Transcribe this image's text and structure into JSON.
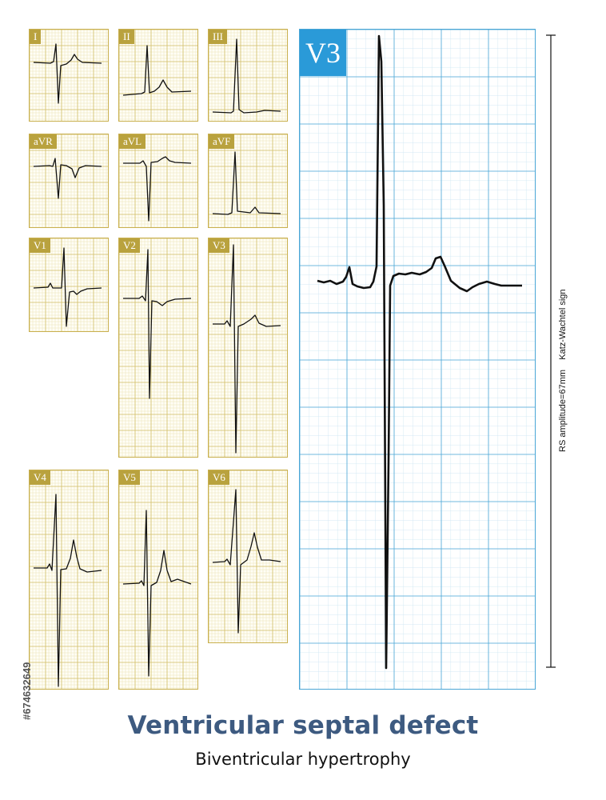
{
  "diagram": {
    "title": "Ventricular septal defect",
    "subtitle": "Biventricular hypertrophy",
    "leads": [
      {
        "label": "I"
      },
      {
        "label": "II"
      },
      {
        "label": "III"
      },
      {
        "label": "aVR"
      },
      {
        "label": "aVL"
      },
      {
        "label": "aVF"
      },
      {
        "label": "V1"
      },
      {
        "label": "V2"
      },
      {
        "label": "V3"
      },
      {
        "label": "V4"
      },
      {
        "label": "V5"
      },
      {
        "label": "V6"
      }
    ],
    "enlarged_lead": {
      "label": "V3"
    },
    "annotation": {
      "amplitude_text": "RS amplitude=67mm",
      "sign_text": "Katz-Wachtel sign"
    },
    "stock_id": "#674632649",
    "colors": {
      "small_grid": "#c9b04f",
      "small_label_bg": "#b9a23e",
      "large_grid": "#4aa6d6",
      "large_label_bg": "#2a9ad8",
      "title": "#3d5a80",
      "trace": "#111111"
    }
  }
}
